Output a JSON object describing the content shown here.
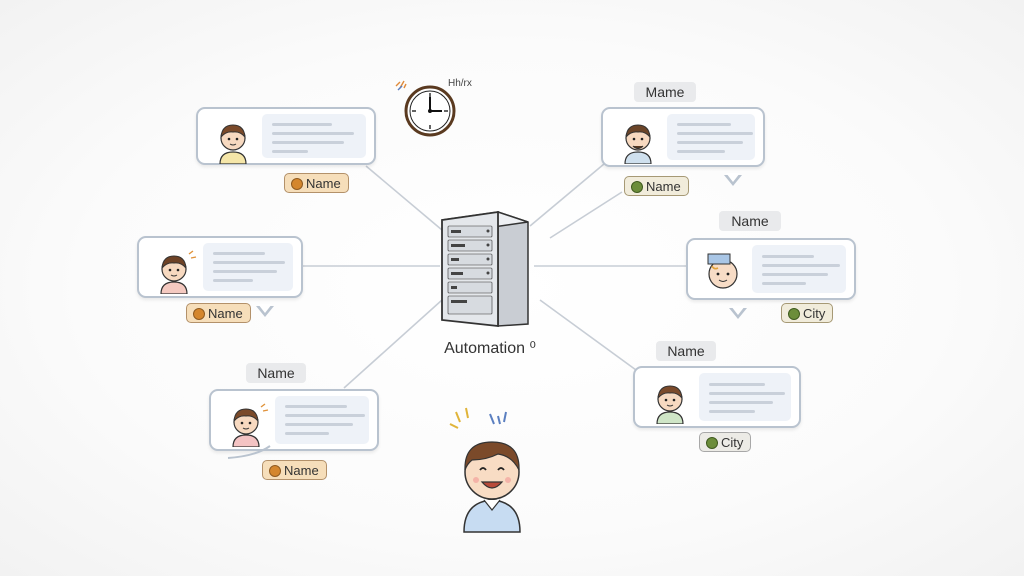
{
  "center": {
    "caption": "Automation ⁰"
  },
  "clock": {
    "text": "Hh/rx",
    "icon": "clock-icon"
  },
  "nodes": [
    {
      "tag": "Name",
      "tag_icon": "orange-badge"
    },
    {
      "tag": "Name",
      "tag_icon": "orange-badge"
    },
    {
      "label": "Name",
      "tag": "Name",
      "tag_icon": "orange-badge"
    },
    {
      "label": "Mame",
      "tag": "Name",
      "tag_icon": "green-badge"
    },
    {
      "label": "Name",
      "tag": "City",
      "tag_icon": "green-badge"
    },
    {
      "label": "Name",
      "tag": "City",
      "tag_icon": "green-badge"
    }
  ],
  "colors": {
    "card_border": "#b9c3cf",
    "tag_fill": "#f6deba",
    "label_fill": "#e9eaec",
    "panel_fill": "#eef2f8"
  }
}
